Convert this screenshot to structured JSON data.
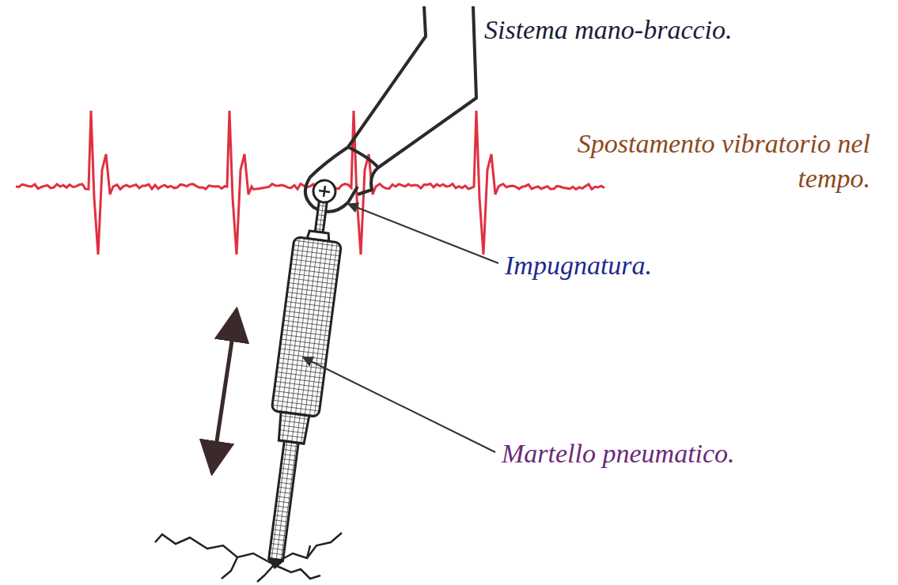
{
  "diagram": {
    "labels": [
      "Sistema mano-braccio.",
      "Spostamento vibratorio nel tempo.",
      "Impugnatura.",
      "Martello pneumatico."
    ]
  }
}
